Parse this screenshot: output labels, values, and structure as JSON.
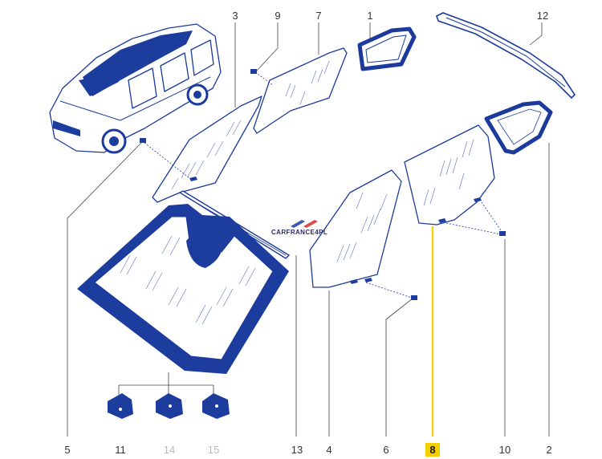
{
  "callouts": [
    {
      "id": "1",
      "label": "1"
    },
    {
      "id": "2",
      "label": "2"
    },
    {
      "id": "3",
      "label": "3"
    },
    {
      "id": "4",
      "label": "4"
    },
    {
      "id": "5",
      "label": "5"
    },
    {
      "id": "6",
      "label": "6"
    },
    {
      "id": "7",
      "label": "7"
    },
    {
      "id": "8",
      "label": "8"
    },
    {
      "id": "9",
      "label": "9"
    },
    {
      "id": "10",
      "label": "10"
    },
    {
      "id": "11",
      "label": "11"
    },
    {
      "id": "12",
      "label": "12"
    },
    {
      "id": "13",
      "label": "13"
    },
    {
      "id": "14",
      "label": "14"
    },
    {
      "id": "15",
      "label": "15"
    }
  ],
  "watermark": {
    "brand": "CARFRANCE4PL"
  },
  "colors": {
    "line_art": "#1b3a9c",
    "fill_dark": "#1c3c9e",
    "highlight": "#f5d000",
    "grey_callout": "#b9b9b9"
  },
  "highlighted_callout": "8"
}
